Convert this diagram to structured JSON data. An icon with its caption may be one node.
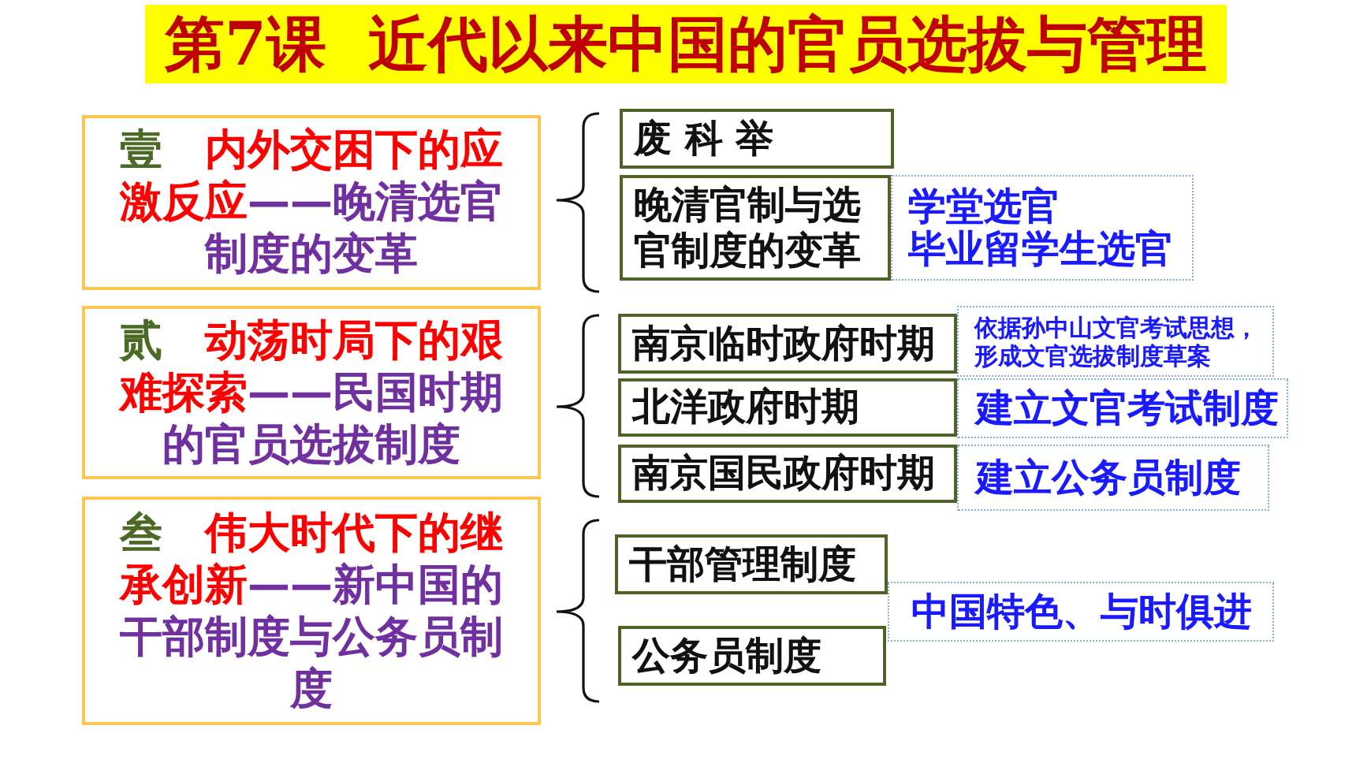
{
  "diagram": {
    "title": "第7课  近代以来中国的官员选拔与管理",
    "nodes": [
      {
        "text": [
          "壹",
          "内外交困下的应激反应",
          "——晚清选官制度的变革"
        ]
      },
      {
        "text": [
          "废 科 举"
        ]
      },
      {
        "text": [
          "晚清官制与选官制度的变革"
        ]
      },
      {
        "text": [
          "学堂选官",
          "毕业留学生选官"
        ]
      },
      {
        "text": [
          "贰",
          "动荡时局下的艰难探索",
          "——民国时期的官员选拔制度"
        ]
      },
      {
        "text": [
          "南京临时政府时期"
        ]
      },
      {
        "text": [
          "依据孙中山文官考试思想，形成文官选拔制度草案"
        ]
      },
      {
        "text": [
          "北洋政府时期"
        ]
      },
      {
        "text": [
          "建立文官考试制度"
        ]
      },
      {
        "text": [
          "南京国民政府时期"
        ]
      },
      {
        "text": [
          "建立公务员制度"
        ]
      },
      {
        "text": [
          "叁",
          "伟大时代下的继承创新",
          "——新中国的干部制度与公务员制度"
        ]
      },
      {
        "text": [
          "干部管理制度"
        ]
      },
      {
        "text": [
          "公务员制度"
        ]
      },
      {
        "text": [
          "中国特色、与时俱进"
        ]
      }
    ]
  }
}
